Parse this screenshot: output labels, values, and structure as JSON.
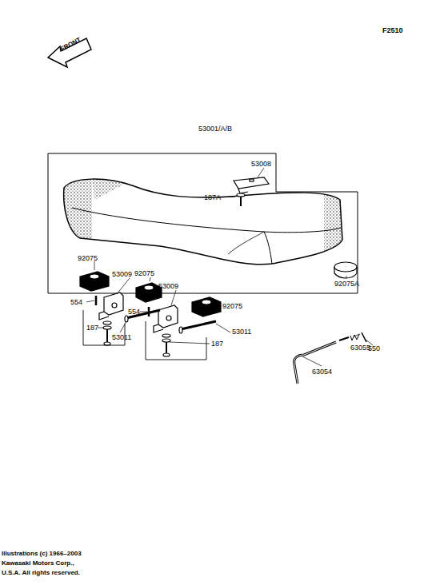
{
  "diagram": {
    "labels": [
      "F2510",
      "FRONT",
      "53001/A/B",
      "53008",
      "187A",
      "92075",
      "53009",
      "92075",
      "53009",
      "92075A",
      "92075",
      "554",
      "554",
      "187",
      "53011",
      "53011",
      "187",
      "63055",
      "550",
      "63054",
      "Illustrations (c) 1966–2003",
      "Kawasaki Motors Corp.,",
      "U.S.A.  All rights reserved."
    ]
  }
}
